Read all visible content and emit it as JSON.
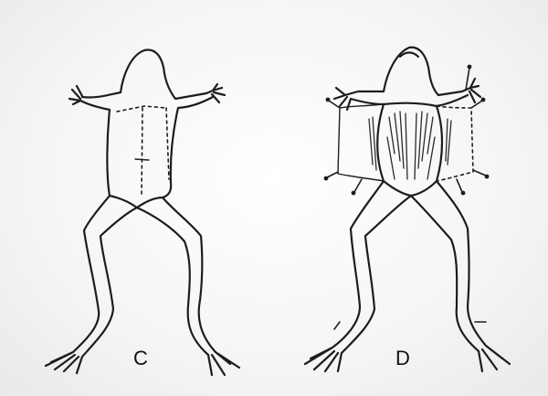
{
  "figure": {
    "panels": [
      {
        "id": "C",
        "label": "C"
      },
      {
        "id": "D",
        "label": "D"
      }
    ]
  }
}
